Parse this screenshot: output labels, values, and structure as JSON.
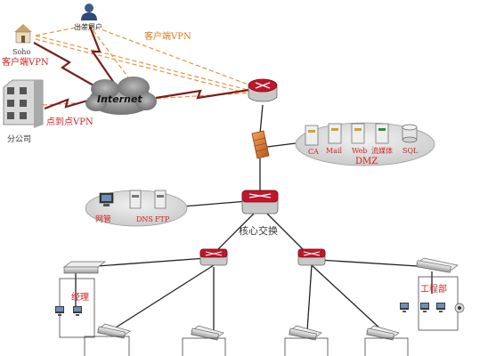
{
  "labels": {
    "travel_user": "出差用户",
    "client_vpn_top": "客户端VPN",
    "soho": "Soho",
    "soho_vpn": "客户端VPN",
    "internet": "Internet",
    "branch": "分公司",
    "p2p_vpn": "点到点VPN",
    "dmz": "DMZ",
    "core_switch": "核心交换",
    "manager": "经理",
    "engineering": "工程部"
  },
  "dmz_servers": [
    "CA",
    "Mail",
    "Web",
    "流媒体",
    "SQL"
  ],
  "mgmt_items": [
    "网管",
    "DNS",
    "FTP"
  ],
  "colors": {
    "vpn_line": "#e6953a",
    "wan_link": "#7a1e1e",
    "lan_line": "#222222",
    "accent_label": "#d42020",
    "router": "#c0152a",
    "firewall": "#d9772b",
    "cloud": "#8b8b8b",
    "dmz_ellipse": "#d8d8d8"
  }
}
